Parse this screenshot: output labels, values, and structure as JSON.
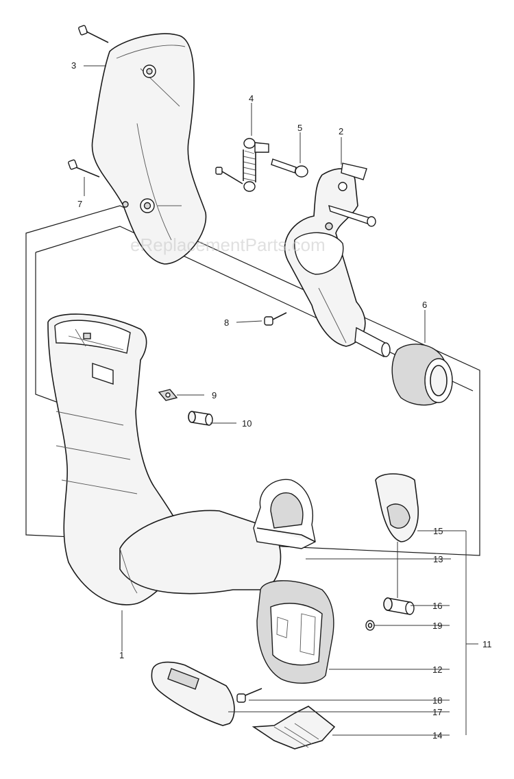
{
  "watermark": "eReplacementParts.com",
  "callouts": {
    "c1": "1",
    "c2": "2",
    "c3": "3",
    "c4": "4",
    "c5": "5",
    "c6": "6",
    "c7": "7",
    "c8": "8",
    "c9": "9",
    "c10": "10",
    "c11": "11",
    "c12": "12",
    "c13": "13",
    "c14": "14",
    "c15": "15",
    "c16": "16",
    "c17": "17",
    "c18": "18",
    "c19": "19"
  }
}
